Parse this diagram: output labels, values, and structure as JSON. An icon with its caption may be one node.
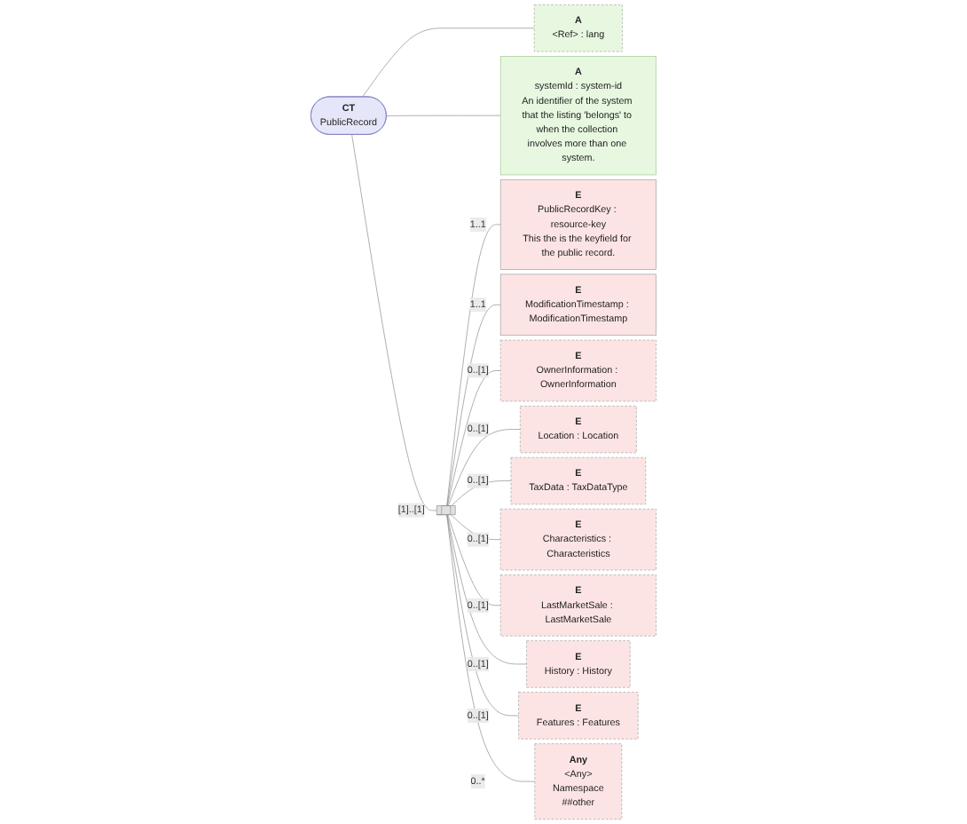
{
  "diagram": {
    "nodes": [
      {
        "text": [
          "CT",
          "PublicRecord"
        ]
      },
      {
        "text": [
          "A",
          "<Ref> : lang"
        ]
      },
      {
        "text": [
          "A",
          "systemId : system-id",
          "An identifier of the system that the listing 'belongs' to when the collection involves more than one system."
        ]
      },
      {
        "text": [],
        "shape": "bar"
      },
      {
        "text": [
          "E",
          "PublicRecordKey : resource-key",
          "This the is the keyfield for the public record."
        ]
      },
      {
        "text": [
          "E",
          "ModificationTimestamp : ModificationTimestamp"
        ]
      },
      {
        "text": [
          "E",
          "OwnerInformation : OwnerInformation"
        ]
      },
      {
        "text": [
          "E",
          "Location : Location"
        ]
      },
      {
        "text": [
          "E",
          "TaxData : TaxDataType"
        ]
      },
      {
        "text": [
          "E",
          "Characteristics : Characteristics"
        ]
      },
      {
        "text": [
          "E",
          "LastMarketSale : LastMarketSale"
        ]
      },
      {
        "text": [
          "E",
          "History : History"
        ]
      },
      {
        "text": [
          "E",
          "Features : Features"
        ]
      },
      {
        "text": [
          "Any",
          "<Any>",
          "Namespace",
          "##other"
        ]
      }
    ],
    "edges": [
      {
        "from": 0,
        "to": 1,
        "arrow": "none"
      },
      {
        "from": 0,
        "to": 2,
        "arrow": "none"
      },
      {
        "from": 0,
        "to": 3,
        "arrow": "none",
        "label": "[1]..[1]"
      },
      {
        "from": 3,
        "to": 4,
        "arrow": "none",
        "label": "1..1"
      },
      {
        "from": 3,
        "to": 5,
        "arrow": "none",
        "label": "1..1"
      },
      {
        "from": 3,
        "to": 6,
        "arrow": "none",
        "label": "0..[1]"
      },
      {
        "from": 3,
        "to": 7,
        "arrow": "none",
        "label": "0..[1]"
      },
      {
        "from": 3,
        "to": 8,
        "arrow": "none",
        "label": "0..[1]"
      },
      {
        "from": 3,
        "to": 9,
        "arrow": "none",
        "label": "0..[1]"
      },
      {
        "from": 3,
        "to": 10,
        "arrow": "none",
        "label": "0..[1]"
      },
      {
        "from": 3,
        "to": 11,
        "arrow": "none",
        "label": "0..[1]"
      },
      {
        "from": 3,
        "to": 12,
        "arrow": "none",
        "label": "0..[1]"
      },
      {
        "from": 3,
        "to": 13,
        "arrow": "none",
        "label": "0..*"
      }
    ]
  }
}
